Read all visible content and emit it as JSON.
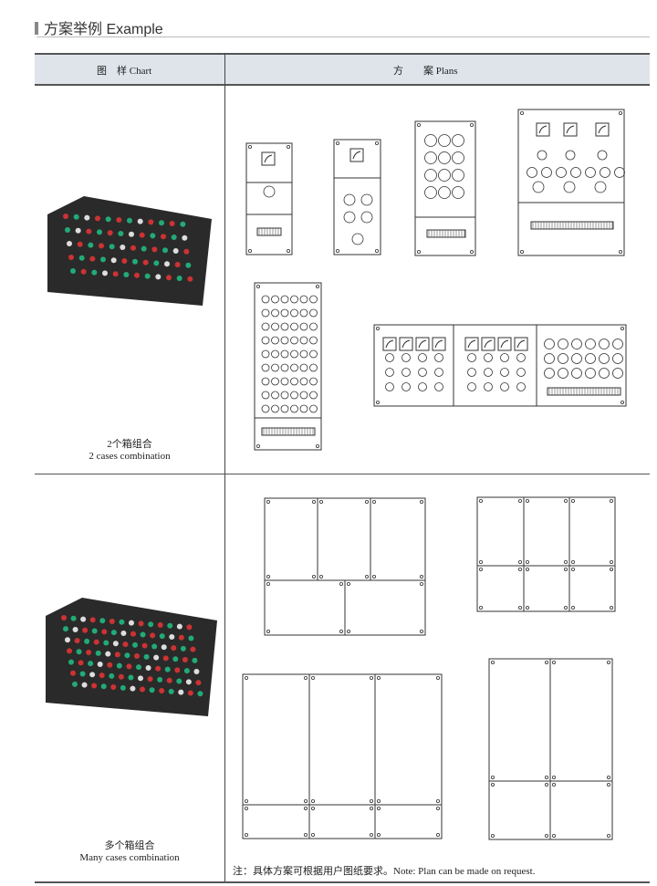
{
  "section_title": "方案举例 Example",
  "table_header": {
    "chart": "图　样 Chart",
    "plans": "方　　案 Plans"
  },
  "rows": [
    {
      "caption_cn": "2个箱组合",
      "caption_en": "2 cases combination"
    },
    {
      "caption_cn": "多个箱组合",
      "caption_en": "Many cases combination"
    }
  ],
  "note": "注：具体方案可根据用户图纸要求。Note: Plan can be made  on request.",
  "colors": {
    "header_bg": "#dfe4ea",
    "enclosure": "#2a2a2a"
  }
}
